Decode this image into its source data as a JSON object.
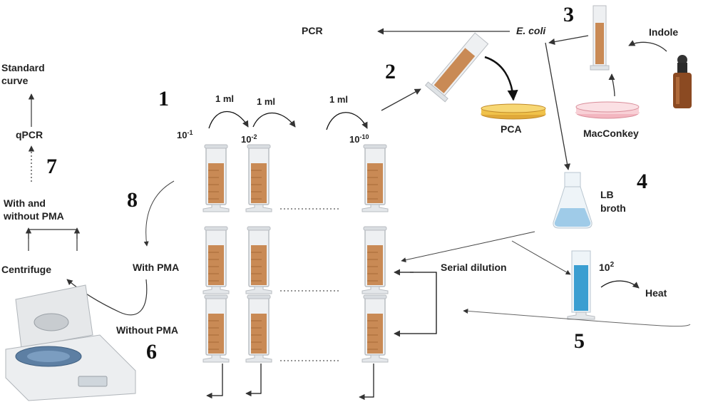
{
  "labels": {
    "pcr": "PCR",
    "ecoli": "E. coli",
    "indole": "Indole",
    "pca": "PCA",
    "macconkey": "MacConkey",
    "lb_line1": "LB",
    "lb_line2": "broth",
    "ml_1": "1 ml",
    "ml_2": "1 ml",
    "ml_3": "1 ml",
    "dil_1_base": "10",
    "dil_1_exp": "-1",
    "dil_2_base": "10",
    "dil_2_exp": "-2",
    "dil_3_base": "10",
    "dil_3_exp": "-10",
    "conc_base": "10",
    "conc_exp": "2",
    "heat": "Heat",
    "serial_dilution": "Serial dilution",
    "with_pma": "With PMA",
    "without_pma": "Without PMA",
    "centrifuge": "Centrifuge",
    "with_without_line1": "With and",
    "with_without_line2": "without PMA",
    "qpcr": "qPCR",
    "standard_line1": "Standard",
    "standard_line2": "curve"
  },
  "steps": {
    "s1": "1",
    "s2": "2",
    "s3": "3",
    "s4": "4",
    "s5": "5",
    "s6": "6",
    "s7": "7",
    "s8": "8"
  },
  "colors": {
    "liquid": "#c98a55",
    "liquid_dark": "#a86a38",
    "glass": "#e9ecef",
    "broth": "#9fcbe8",
    "heated": "#3a9ed1",
    "pca_plate": "#f0c24a",
    "mac_plate": "#f3b6c0",
    "bottle": "#8b4a22"
  }
}
